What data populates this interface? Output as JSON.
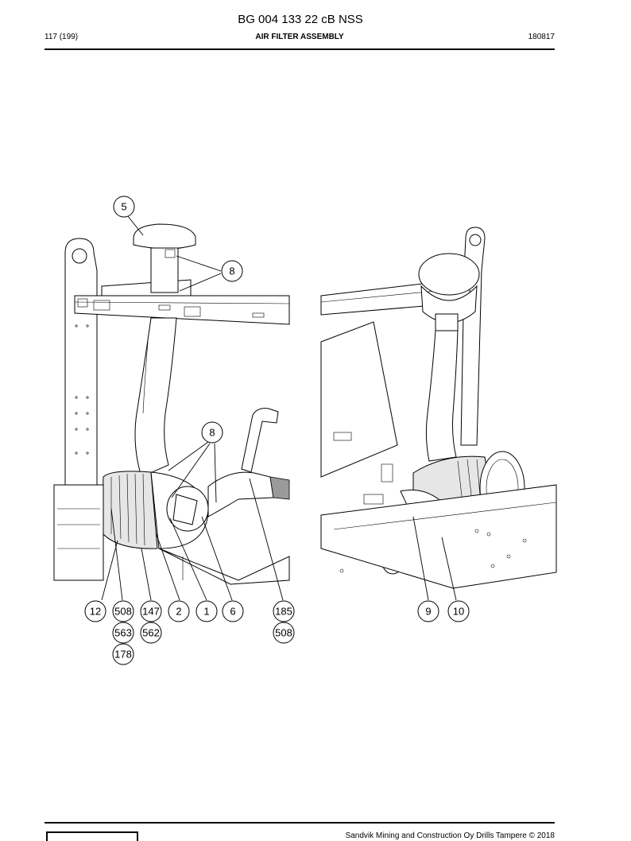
{
  "header": {
    "document_number": "BG 004 133 22 cB NSS",
    "page": "117 (199)",
    "section_title": "AIR FILTER ASSEMBLY",
    "date_code": "180817"
  },
  "callouts": {
    "c5": "5",
    "c8a": "8",
    "c8b": "8",
    "c12": "12",
    "c508a": "508",
    "c147": "147",
    "c2": "2",
    "c1": "1",
    "c6": "6",
    "c185": "185",
    "c563": "563",
    "c562": "562",
    "c508b": "508",
    "c178": "178",
    "c9": "9",
    "c10": "10"
  },
  "footer": {
    "copyright": "Sandvik Mining and Construction Oy Drills Tampere © 2018"
  }
}
